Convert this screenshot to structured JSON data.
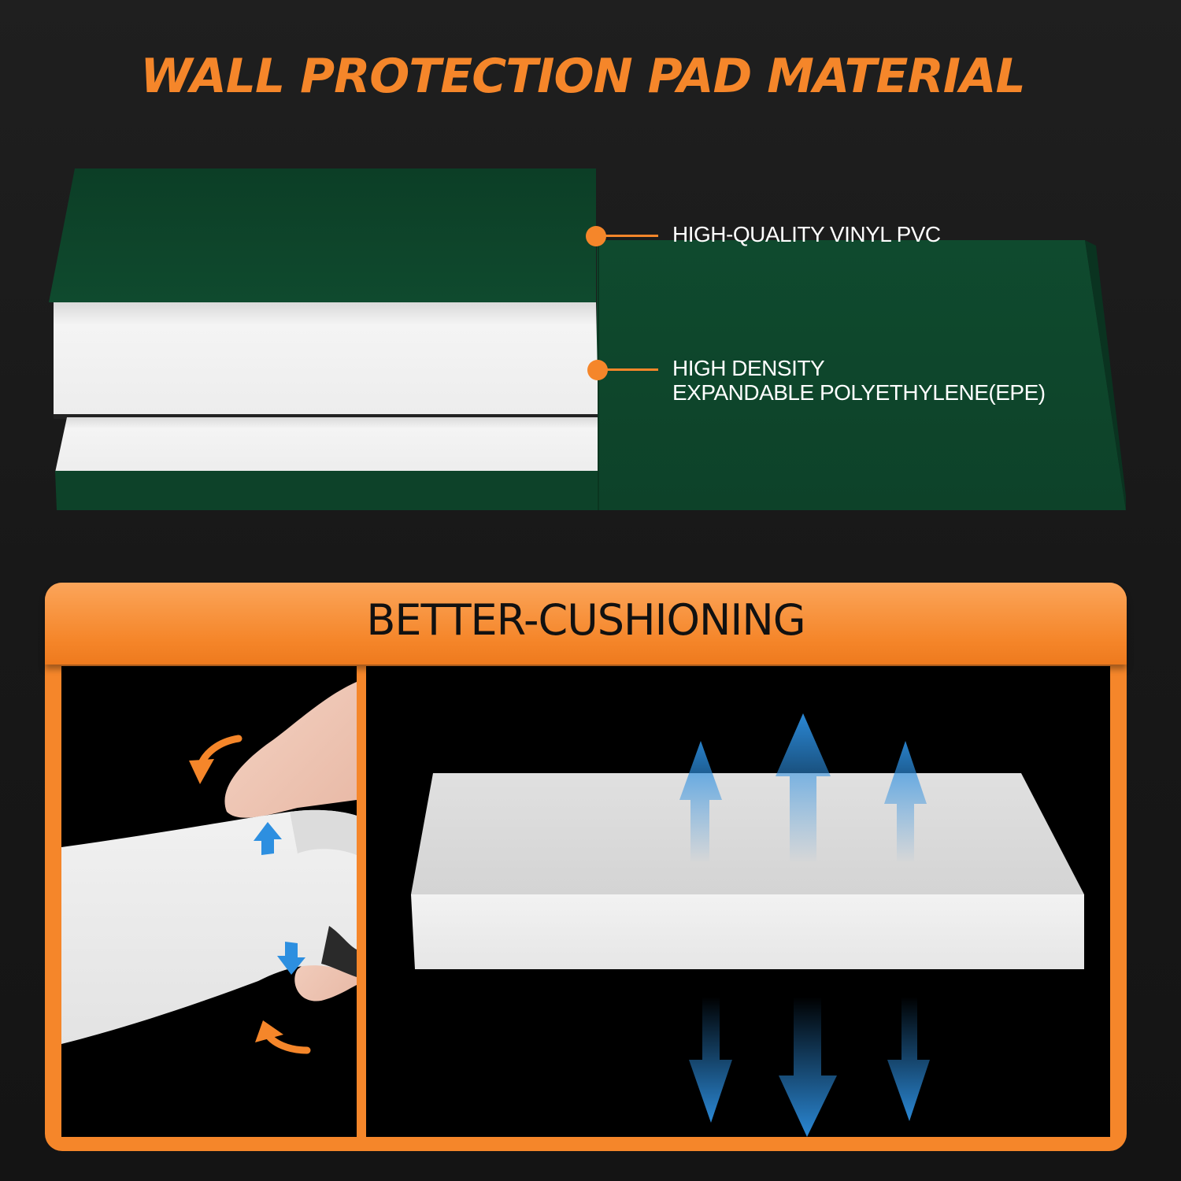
{
  "title": "WALL PROTECTION PAD MATERIAL",
  "callouts": [
    {
      "lines": [
        "HIGH-QUALITY VINYL PVC"
      ]
    },
    {
      "lines": [
        "HIGH DENSITY",
        "EXPANDABLE POLYETHYLENE(EPE)"
      ]
    }
  ],
  "panel": {
    "title": "BETTER-CUSHIONING"
  },
  "colors": {
    "accent": "#f5862a",
    "vinyl_green": "#0f4a2e",
    "foam_white": "#f2f2f2",
    "arrow_blue": "#2d8fe0",
    "background": "#1a1a1a"
  },
  "icons": [
    "orange-curved-arrow-icon",
    "blue-up-arrow-icon",
    "blue-down-arrow-icon",
    "orange-dot-icon"
  ]
}
